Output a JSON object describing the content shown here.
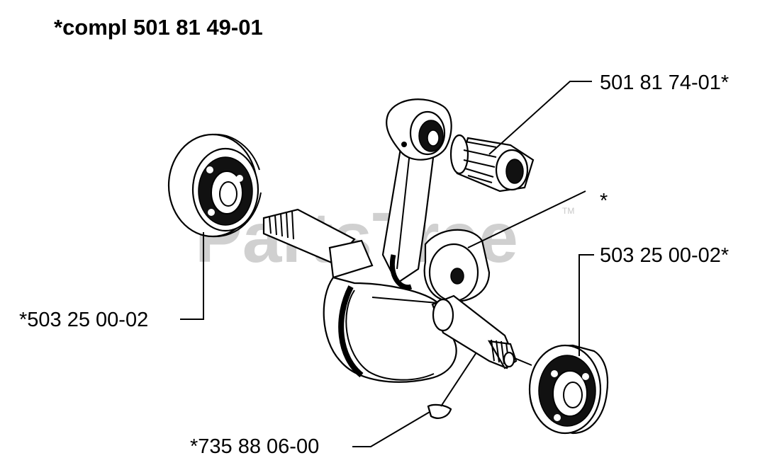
{
  "title": "*compl 501 81 49-01",
  "labels": {
    "needle_bearing": "501 81 74-01*",
    "asterisk": "*",
    "ball_bearing_right": "503 25 00-02*",
    "ball_bearing_left": "*503 25 00-02",
    "key": "*735 88 06-00"
  },
  "watermark": {
    "brand": "PartsTree",
    "trademark": "TM"
  }
}
